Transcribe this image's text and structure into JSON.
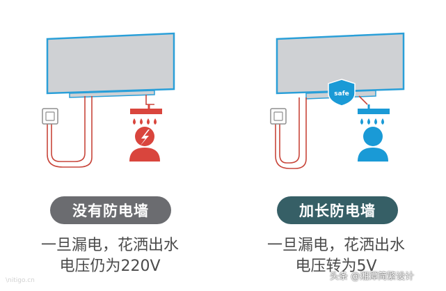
{
  "left_panel": {
    "label": "没有防电墙",
    "caption_line1": "一旦漏电，花洒出水",
    "caption_line2": "电压仍为220V",
    "accent_color": "#d9453d",
    "pill_color": "#6b6c70",
    "shock_icon": "lightning-bolt-icon"
  },
  "right_panel": {
    "label": "加长防电墙",
    "caption_line1": "一旦漏电，花洒出水",
    "caption_line2": "电压转为5V",
    "badge": "safe",
    "accent_color": "#1a9ad6",
    "pill_color": "#365f66"
  },
  "heater_color": "#cfd1d4",
  "heater_border": "#2a9fd8",
  "wire_color": "#c8453a",
  "watermark_left": "\\nitigo.cn",
  "watermark_right": "头条 @湘潭简繁设计"
}
